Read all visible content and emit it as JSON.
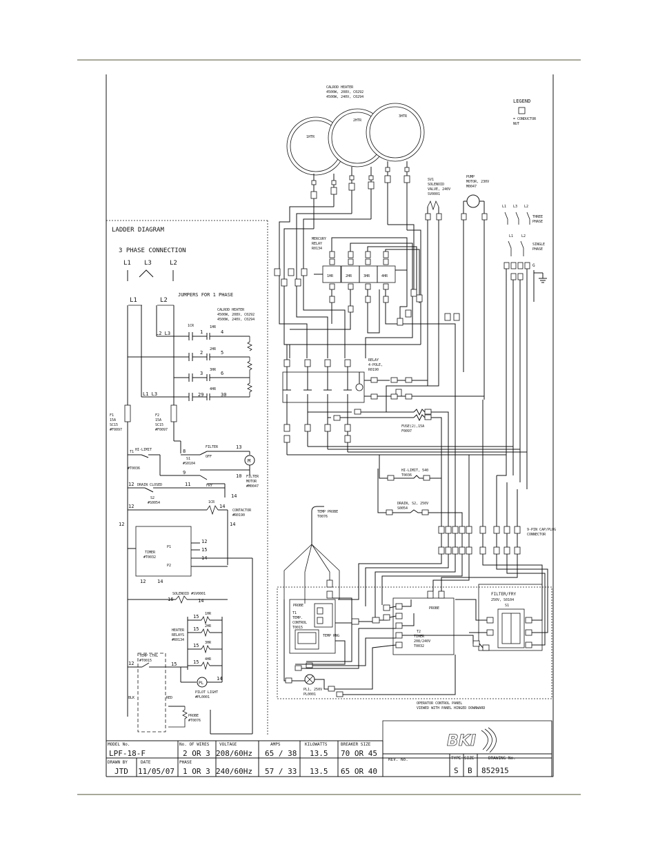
{
  "ladder": {
    "title": "LADDER DIAGRAM",
    "phase_conn": "3 PHASE CONNECTION",
    "l1": "L1",
    "l3": "L3",
    "l2": "L2",
    "jumpers": "JUMPERS FOR 1 PHASE",
    "heater_lines": [
      "CALROD HEATER",
      "4500W, 208V, C0292",
      "4500W, 240V, C0294"
    ],
    "l2l3": "L2 L3",
    "l1l3": "L1 L3",
    "con_top": "1CR",
    "rows": [
      {
        "left": "1",
        "mid": "1HR",
        "right": "4"
      },
      {
        "left": "2",
        "mid": "2HR",
        "right": "5"
      },
      {
        "left": "3",
        "mid": "3HR",
        "right": "6"
      },
      {
        "left": "29",
        "mid": "4HR",
        "right": "30"
      }
    ],
    "f1": [
      "F1",
      "15A",
      "SC15",
      "#F0097"
    ],
    "f2": [
      "F2",
      "15A",
      "SC15",
      "#F0097"
    ],
    "num8": "8",
    "num9": "9",
    "num10": "10",
    "num11": "11",
    "num12": "12",
    "num13": "13",
    "num14": "14",
    "num15": "15",
    "num16": "16",
    "filter": "FILTER",
    "off": "OFF",
    "fry": "FRY",
    "s1": [
      "S1",
      "#S0104"
    ],
    "t1": [
      "T1",
      "#T0036"
    ],
    "hilimit": "HI-LIMIT",
    "motor": "M",
    "filter_motor": [
      "FILTER",
      "MOTOR",
      "#M0047"
    ],
    "drain_closed": "DRAIN CLOSED",
    "s2": [
      "S2",
      "#S0054"
    ],
    "con_1cr": "1CR",
    "contactor": [
      "CONTACTOR",
      "#R0190"
    ],
    "timer": [
      "TIMER",
      "#T0032"
    ],
    "p1": "P1",
    "p2": "P2",
    "solenoid": "SOLENOID #SV0001",
    "heater_relays": [
      "HEATER",
      "RELAYS",
      "#R0134"
    ],
    "relay_labels": [
      "1HR",
      "2HR",
      "3HR",
      "4HR"
    ],
    "temp_ctrl": [
      "TEMP CTRL",
      "#T0015"
    ],
    "pilot": "PL",
    "pilot_light": [
      "PILOT LIGHT",
      "#PL0001"
    ],
    "blk": "BLK",
    "red": "RED",
    "probe": [
      "PROBE",
      "#T0076"
    ]
  },
  "wiring": {
    "heater_lines": [
      "CALROD HEATER",
      "4500W, 208V, C0292",
      "4500W, 240V, C0294"
    ],
    "elements": [
      "1HTR",
      "2HTR",
      "3HTR"
    ],
    "legend": "LEGEND",
    "legend_note": [
      "= CONDUCTOR",
      "NUT"
    ],
    "sv1": [
      "SV1",
      "SOLENOID",
      "VALVE, 240V",
      "SV0001"
    ],
    "pump": [
      "PUMP",
      "MOTOR, 230V",
      "M0047"
    ],
    "three_phase": [
      "THREE",
      "PHASE"
    ],
    "single_phase": [
      "SINGLE",
      "PHASE"
    ],
    "l_labels": [
      "L1",
      "L3",
      "L2"
    ],
    "g": "G",
    "mercury": [
      "MERCURY",
      "RELAY",
      "R0134"
    ],
    "mrelay": [
      "1HR",
      "2HR",
      "3HR",
      "4HR"
    ],
    "relay4": [
      "RELAY",
      "4-POLE,",
      "R0190"
    ],
    "fuses": [
      "FUSE(2),15A",
      "F0097"
    ],
    "hilimit": [
      "HI-LIMIT, 540",
      "T0036"
    ],
    "drain": [
      "DRAIN, S2, 250V",
      "S0054"
    ],
    "probe": [
      "TEMP PROBE",
      "T0076"
    ],
    "connector": [
      "9-PIN CAP/PLUG",
      "CONNECTOR"
    ],
    "tc": [
      "T1",
      "TEMP.",
      "CONTROL",
      "T0015"
    ],
    "timer": [
      "T2",
      "TIMER",
      "208/240V",
      "T0032"
    ],
    "filterfry": [
      "FILTER/FRY",
      "250V, S0104",
      "S1"
    ],
    "pl1": [
      "PL1, 250V",
      "PL0001"
    ],
    "panel_note": [
      "OPERATOR CONTROL PANEL",
      "VIEWED WITH PANEL HINGED DOWNWARD"
    ],
    "probe_tag": "PROBE",
    "temp_rng": "TEMP RNG"
  },
  "title_block": {
    "model_hdr": "MODEL No.",
    "model": "LPF-18-F",
    "wires_hdr": "No. OF WIRES",
    "wires_r1": "2 OR 3",
    "phase_hdr": "PHASE",
    "phase_r2": "1 OR 3",
    "voltage_hdr": "VOLTAGE",
    "voltage_r1": "208/60Hz",
    "voltage_r2": "240/60Hz",
    "amps_hdr": "AMPS",
    "amps_r1": "65 / 38",
    "amps_r2": "57 / 33",
    "kw_hdr": "KILOWATTS",
    "kw_r1": "13.5",
    "kw_r2": "13.5",
    "breaker_hdr": "BREAKER SIZE",
    "breaker_r1": "70 OR 45",
    "breaker_r2": "65 OR 40",
    "drawn_hdr": "DRAWN BY",
    "drawn": "JTD",
    "date_hdr": "DATE",
    "date": "11/05/07",
    "rev_hdr": "REV. No.",
    "type_hdr": "TYPE",
    "type": "S",
    "size_hdr": "SIZE",
    "size": "B",
    "dwg_hdr": "DRAWING No.",
    "dwg": "852915",
    "logo": "BKI"
  }
}
